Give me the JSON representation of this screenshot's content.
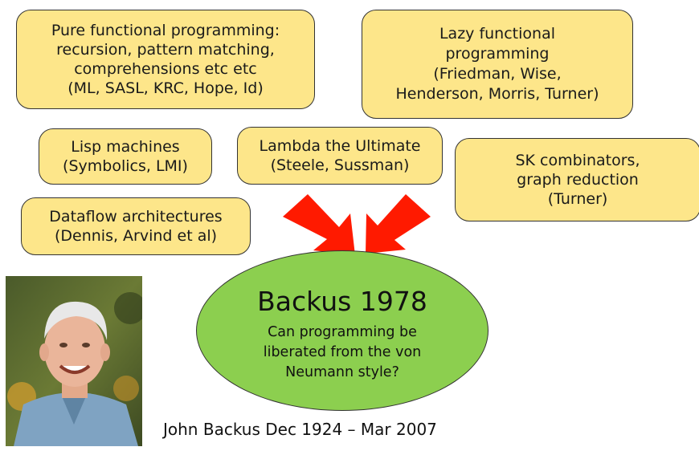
{
  "boxes": {
    "pure": "Pure functional programming:\nrecursion, pattern matching,\ncomprehensions etc etc\n(ML, SASL, KRC, Hope, Id)",
    "lazy": "Lazy functional\nprogramming\n(Friedman, Wise,\nHenderson, Morris, Turner)",
    "lisp": "Lisp machines\n(Symbolics, LMI)",
    "lambda": "Lambda the Ultimate\n(Steele, Sussman)",
    "sk": "SK combinators,\ngraph reduction\n(Turner)",
    "dataflow": "Dataflow architectures\n(Dennis, Arvind et al)"
  },
  "backus": {
    "title": "Backus 1978",
    "subtitle": "Can programming be\nliberated from the von\nNeumann style?"
  },
  "caption": "John Backus Dec 1924 – Mar 2007",
  "colors": {
    "box_fill": "#fde68a",
    "ellipse_fill": "#8ccf4f",
    "arrow": "#ff1a00"
  }
}
